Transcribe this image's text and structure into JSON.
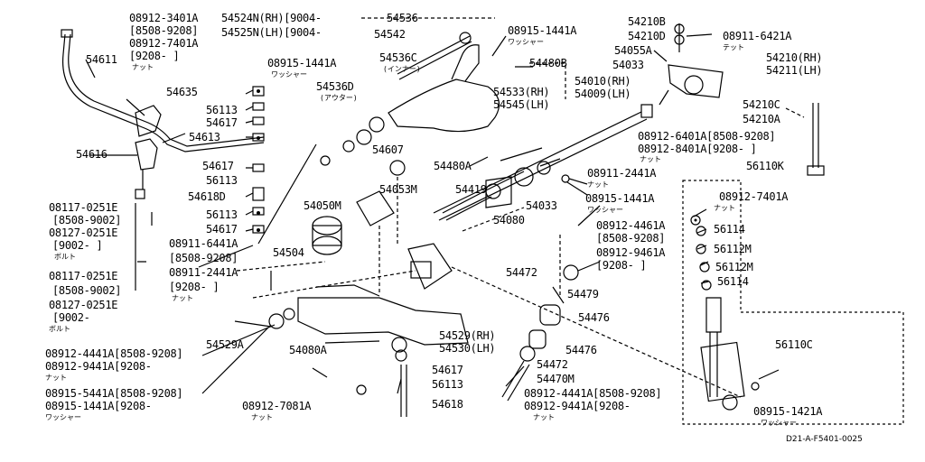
{
  "labels": [
    {
      "id": "l1",
      "text": "08912-3401A"
    },
    {
      "id": "l2",
      "text": "[8508-9208]"
    },
    {
      "id": "l3",
      "text": "08912-7401A"
    },
    {
      "id": "l4",
      "text": "[9208-    ]"
    },
    {
      "id": "l5",
      "text": "54524N(RH)[9004-"
    },
    {
      "id": "l6",
      "text": "54525N(LH)[9004-"
    },
    {
      "id": "l7",
      "text": "54536"
    },
    {
      "id": "l8",
      "text": "54542"
    },
    {
      "id": "l9",
      "text": "08915-1441A"
    },
    {
      "id": "l10",
      "text": "54480B"
    },
    {
      "id": "l11",
      "text": "54210B"
    },
    {
      "id": "l12",
      "text": "54210D"
    },
    {
      "id": "l13",
      "text": "08911-6421A"
    },
    {
      "id": "l14",
      "text": "54055A"
    },
    {
      "id": "l15",
      "text": "54033"
    },
    {
      "id": "l16",
      "text": "54210(RH)"
    },
    {
      "id": "l17",
      "text": "54211(LH)"
    },
    {
      "id": "l18",
      "text": "54611"
    },
    {
      "id": "l19",
      "text": "08915-1441A"
    },
    {
      "id": "l20",
      "text": "54536C"
    },
    {
      "id": "l21",
      "text": "54635"
    },
    {
      "id": "l22",
      "text": "54533(RH)"
    },
    {
      "id": "l23",
      "text": "54545(LH)"
    },
    {
      "id": "l24",
      "text": "54536D"
    },
    {
      "id": "l25",
      "text": "56113"
    },
    {
      "id": "l26",
      "text": "54617"
    },
    {
      "id": "l27",
      "text": "54613"
    },
    {
      "id": "l28",
      "text": "54010(RH)"
    },
    {
      "id": "l29",
      "text": "54009(LH)"
    },
    {
      "id": "l30",
      "text": "54210C"
    },
    {
      "id": "l31",
      "text": "54210A"
    },
    {
      "id": "l32",
      "text": "54607"
    },
    {
      "id": "l33",
      "text": "08912-6401A[8508-9208]"
    },
    {
      "id": "l34",
      "text": "08912-8401A[9208-    ]"
    },
    {
      "id": "l35",
      "text": "54616"
    },
    {
      "id": "l36",
      "text": "54617"
    },
    {
      "id": "l37",
      "text": "56113"
    },
    {
      "id": "l38",
      "text": "54480A"
    },
    {
      "id": "l39",
      "text": "08911-2441A"
    },
    {
      "id": "l40",
      "text": "56110K"
    },
    {
      "id": "l41",
      "text": "54053M"
    },
    {
      "id": "l42",
      "text": "54419"
    },
    {
      "id": "l43",
      "text": "08915-1441A"
    },
    {
      "id": "l44",
      "text": "54618D"
    },
    {
      "id": "l45",
      "text": "08117-0251E"
    },
    {
      "id": "l46",
      "text": "[8508-9002]"
    },
    {
      "id": "l47",
      "text": "08127-0251E"
    },
    {
      "id": "l48",
      "text": "[9002-    ]"
    },
    {
      "id": "l49",
      "text": "56113"
    },
    {
      "id": "l50",
      "text": "54050M"
    },
    {
      "id": "l51",
      "text": "54033"
    },
    {
      "id": "l52",
      "text": "54617"
    },
    {
      "id": "l53",
      "text": "54080"
    },
    {
      "id": "l54",
      "text": "08912-7401A"
    },
    {
      "id": "l55",
      "text": "08911-6441A"
    },
    {
      "id": "l56",
      "text": "[8508-9208]"
    },
    {
      "id": "l57",
      "text": "08911-2441A"
    },
    {
      "id": "l58",
      "text": "[9208-    ]"
    },
    {
      "id": "l59",
      "text": "54504"
    },
    {
      "id": "l60",
      "text": "08912-4461A"
    },
    {
      "id": "l61",
      "text": "[8508-9208]"
    },
    {
      "id": "l62",
      "text": "08912-9461A"
    },
    {
      "id": "l63",
      "text": "[9208-    ]"
    },
    {
      "id": "l64",
      "text": "56114"
    },
    {
      "id": "l65",
      "text": "56112M"
    },
    {
      "id": "l66",
      "text": "56112M"
    },
    {
      "id": "l67",
      "text": "56114"
    },
    {
      "id": "l68",
      "text": "08117-0251E"
    },
    {
      "id": "l69",
      "text": "[8508-9002]"
    },
    {
      "id": "l70",
      "text": "08127-0251E"
    },
    {
      "id": "l71",
      "text": "[9002-"
    },
    {
      "id": "l72",
      "text": "54472"
    },
    {
      "id": "l73",
      "text": "54479"
    },
    {
      "id": "l74",
      "text": "54476"
    },
    {
      "id": "l75",
      "text": "54529A"
    },
    {
      "id": "l76",
      "text": "54529(RH)"
    },
    {
      "id": "l77",
      "text": "54530(LH)"
    },
    {
      "id": "l78",
      "text": "54476"
    },
    {
      "id": "l79",
      "text": "08912-4441A[8508-9208]"
    },
    {
      "id": "l80",
      "text": "08912-9441A[9208-"
    },
    {
      "id": "l81",
      "text": "54080A"
    },
    {
      "id": "l82",
      "text": "54617"
    },
    {
      "id": "l83",
      "text": "54472"
    },
    {
      "id": "l84",
      "text": "56110C"
    },
    {
      "id": "l85",
      "text": "56113"
    },
    {
      "id": "l86",
      "text": "54470M"
    },
    {
      "id": "l87",
      "text": "08915-5441A[8508-9208]"
    },
    {
      "id": "l88",
      "text": "08915-1441A[9208-"
    },
    {
      "id": "l89",
      "text": "08912-7081A"
    },
    {
      "id": "l90",
      "text": "54618"
    },
    {
      "id": "l91",
      "text": "08912-4441A[8508-9208]"
    },
    {
      "id": "l92",
      "text": "08912-9441A[9208-"
    },
    {
      "id": "l93",
      "text": "08915-1421A"
    }
  ],
  "small_labels": [
    {
      "id": "s1",
      "text": "ナット"
    },
    {
      "id": "s2",
      "text": "ワッシャー"
    },
    {
      "id": "s3",
      "text": "テット"
    },
    {
      "id": "s4",
      "text": "ワッシャー"
    },
    {
      "id": "s5",
      "text": "(インナー)"
    },
    {
      "id": "s6",
      "text": "(アウター)"
    },
    {
      "id": "s7",
      "text": "ナット"
    },
    {
      "id": "s8",
      "text": "ナット"
    },
    {
      "id": "s9",
      "text": "ワッシャー"
    },
    {
      "id": "s10",
      "text": "ボルト"
    },
    {
      "id": "s11",
      "text": "ナット"
    },
    {
      "id": "s12",
      "text": "ナット"
    },
    {
      "id": "s13",
      "text": "ボルト"
    },
    {
      "id": "s14",
      "text": "ナット"
    },
    {
      "id": "s15",
      "text": "ワッシャー"
    },
    {
      "id": "s16",
      "text": "ナット"
    },
    {
      "id": "s17",
      "text": "ナット"
    },
    {
      "id": "s18",
      "text": "ワッシャー"
    }
  ],
  "diagram_code": "D21-A-F5401-0025"
}
